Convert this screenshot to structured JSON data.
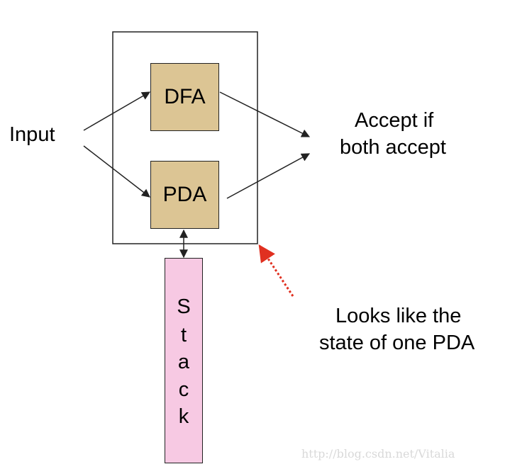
{
  "diagram": {
    "input_label": "Input",
    "dfa_label": "DFA",
    "pda_label": "PDA",
    "accept_line1": "Accept if",
    "accept_line2": "both accept",
    "stack_letters": [
      "S",
      "t",
      "a",
      "c",
      "k"
    ],
    "note_line1": "Looks like the",
    "note_line2": "state of one PDA"
  },
  "watermark": "http://blog.csdn.net/Vitalia",
  "colors": {
    "box_fill": "#dcc594",
    "stack_fill": "#f7c9e3",
    "note_arrow": "#e03020",
    "line": "#222222"
  }
}
